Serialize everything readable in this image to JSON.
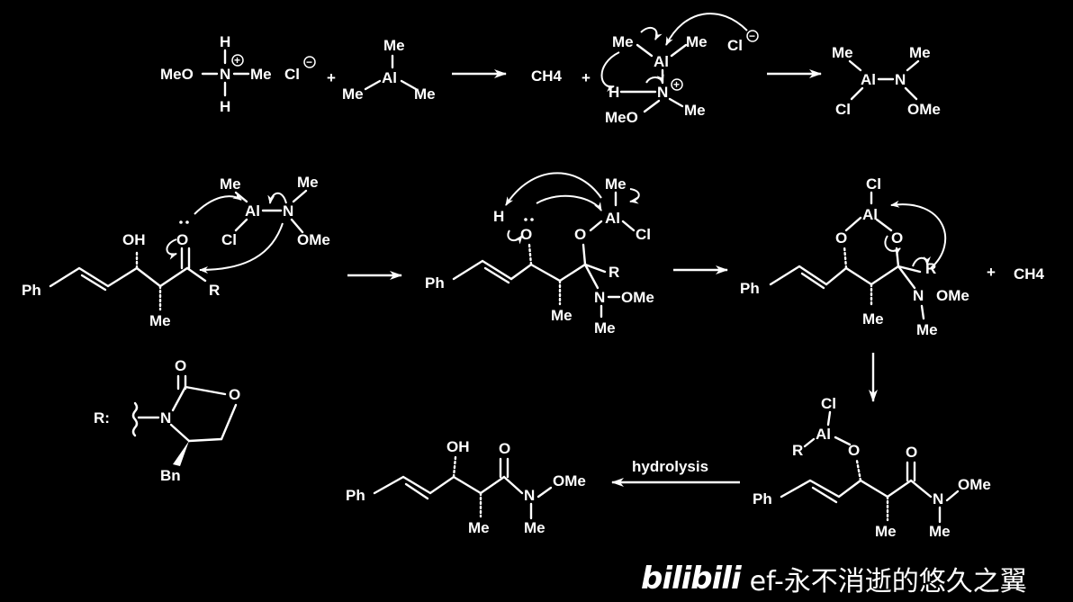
{
  "step1": {
    "hydroxylamine": {
      "h_top": "H",
      "h_bottom": "H",
      "meo": "MeO",
      "n": "N",
      "me": "Me",
      "plus": "+",
      "cl": "Cl",
      "minus": "−"
    },
    "plus_sign": "+",
    "trimethylaluminum": {
      "me_top": "Me",
      "al": "Al",
      "me_left": "Me",
      "me_right": "Me"
    },
    "product_ch4": "CH4",
    "plus_sign2": "+",
    "complex": {
      "me_left": "Me",
      "al": "Al",
      "me_right": "Me",
      "cl": "Cl",
      "minus": "−",
      "h": "H",
      "n": "N",
      "plus": "+",
      "meo": "MeO",
      "me": "Me"
    },
    "reagent": {
      "me_left": "Me",
      "al": "Al",
      "n": "N",
      "me_right": "Me",
      "cl": "Cl",
      "ome": "OMe"
    }
  },
  "step2": {
    "substrate": {
      "me1": "Me",
      "al": "Al",
      "n": "N",
      "me2": "Me",
      "cl": "Cl",
      "ome": "OMe",
      "oh": "OH",
      "o": "O",
      "ph": "Ph",
      "r": "R",
      "me": "Me"
    },
    "intermediate1": {
      "me": "Me",
      "h": "H",
      "o": "O",
      "o2": "O",
      "al": "Al",
      "cl": "Cl",
      "ph": "Ph",
      "r": "R",
      "n": "N",
      "ome": "OMe",
      "me_n": "Me",
      "me_c": "Me"
    },
    "intermediate2": {
      "cl": "Cl",
      "al": "Al",
      "o1": "O",
      "o2": "O",
      "ph": "Ph",
      "r": "R",
      "n": "N",
      "ome": "OMe",
      "me_c": "Me",
      "me_n": "Me",
      "plus": "+",
      "ch4": "CH4"
    }
  },
  "r_group": {
    "label": "R:",
    "o": "O",
    "n": "N",
    "o_ring": "O",
    "bn": "Bn"
  },
  "step3": {
    "aluminate": {
      "cl": "Cl",
      "r": "R",
      "al": "Al",
      "o": "O",
      "o_carbonyl": "O",
      "ph": "Ph",
      "n": "N",
      "ome": "OMe",
      "me_c": "Me",
      "me_n": "Me"
    },
    "hydrolysis_label": "hydrolysis",
    "product": {
      "oh": "OH",
      "o": "O",
      "ph": "Ph",
      "n": "N",
      "ome": "OMe",
      "me_c": "Me",
      "me_n": "Me"
    }
  },
  "watermark": {
    "logo": "bilibili",
    "user": "ef-永不消逝的悠久之翼"
  }
}
